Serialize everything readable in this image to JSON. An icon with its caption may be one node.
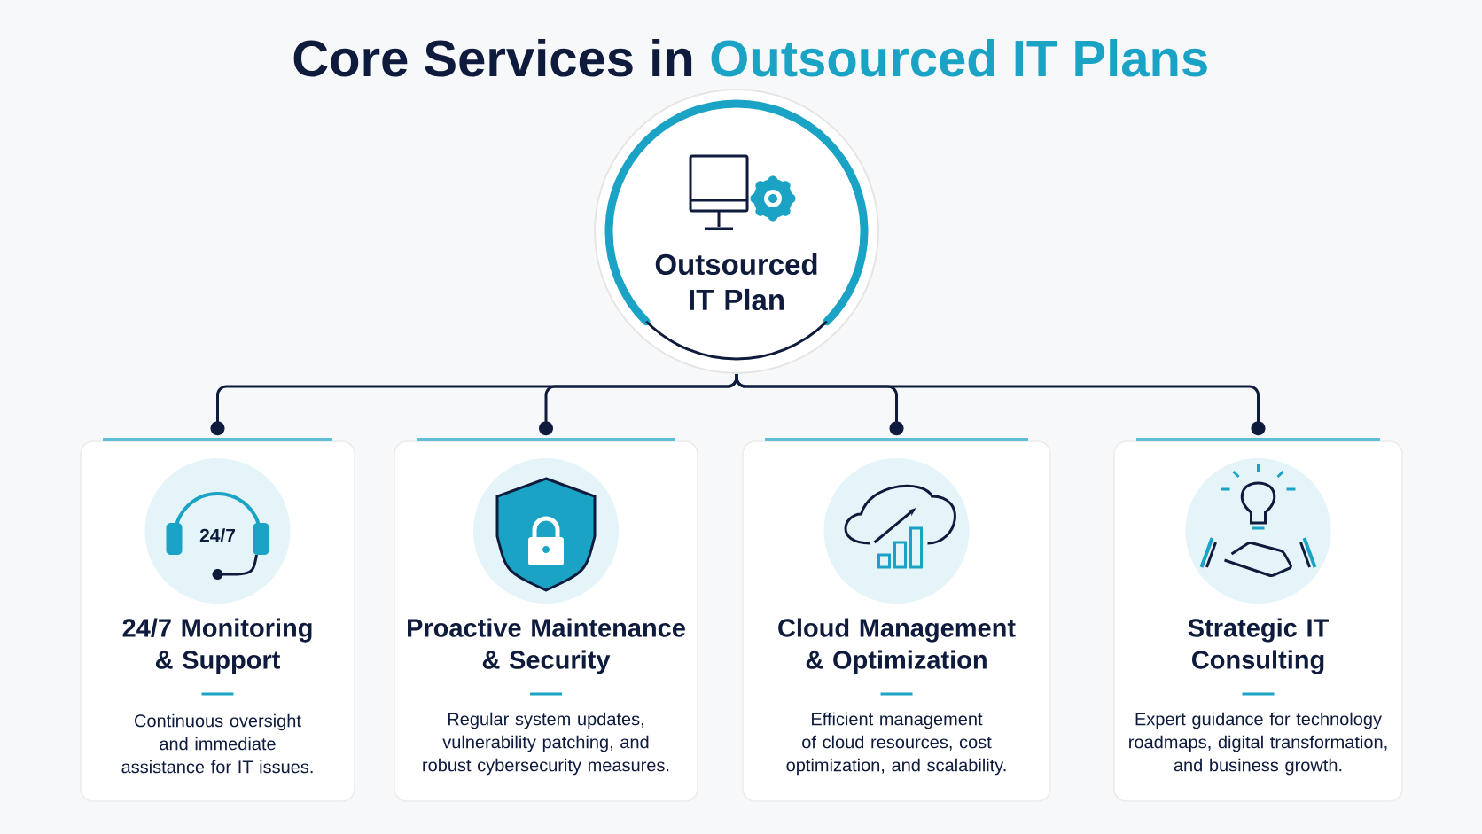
{
  "diagram": {
    "nodes": [
      {
        "text": [
          "Outsourced IT Plan"
        ]
      },
      {
        "text": [
          "24/7 Monitoring & Support",
          "Continuous oversight and immediate assistance for IT issues."
        ]
      },
      {
        "text": [
          "Proactive Maintenance & Security",
          "Regular system updates, vulnerability patching, and robust cybersecurity measures."
        ]
      },
      {
        "text": [
          "Cloud Management & Optimization",
          "Efficient management of cloud resources, cost optimization, and scalability."
        ]
      },
      {
        "text": [
          "Strategic IT Consulting",
          "Expert guidance for technology roadmaps, digital transformation, and business growth."
        ]
      }
    ],
    "edges": [
      {
        "from": 0,
        "to": 1,
        "arrow": "other"
      },
      {
        "from": 0,
        "to": 2,
        "arrow": "other"
      },
      {
        "from": 0,
        "to": 3,
        "arrow": "other"
      },
      {
        "from": 0,
        "to": 4,
        "arrow": "other"
      }
    ],
    "labels": [
      "Core Services in",
      "Outsourced IT Plans",
      "24/7"
    ]
  }
}
